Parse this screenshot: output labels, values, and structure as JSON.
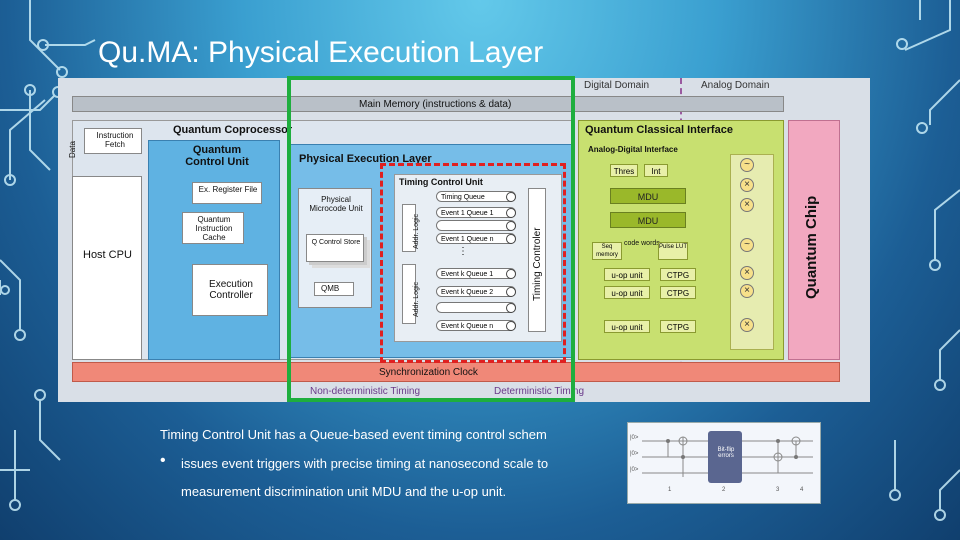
{
  "slide": {
    "title": "Qu.MA: Physical Execution Layer",
    "caption": "Timing Control Unit has a Queue-based event timing control schem",
    "bullet_1": "issues event triggers with precise timing at nanosecond scale to",
    "bullet_2": "measurement discrimination unit MDU and the u-op unit.",
    "bullet_glyph": "•"
  },
  "diagram": {
    "digital_domain": "Digital Domain",
    "analog_domain": "Analog Domain",
    "main_memory": "Main Memory (instructions & data)",
    "instruction_fetch": "Instruction Fetch",
    "data": "Data",
    "quantum_coprocessor": "Quantum Coprocessor",
    "quantum_control_unit": "Quantum Control Unit",
    "physical_execution_layer": "Physical Execution Layer",
    "ex_register_file": "Ex. Register File",
    "quantum_instruction_cache": "Quantum Instruction Cache",
    "host_cpu": "Host CPU",
    "execution_controller": "Execution Controller",
    "physical_microcode_unit": "Physical Microcode Unit",
    "q_control_store": "Q Control Store",
    "qmb": "QMB",
    "timing_control_unit": "Timing Control Unit",
    "addr_logic": "Addr. Logic",
    "timing_queue": "Timing  Queue",
    "event_queue_1": "Event 1 Queue 1",
    "event_queue_n": "Event 1 Queue n",
    "event_k_queue_1": "Event k Queue 1",
    "event_k_queue_2": "Event k Queue 2",
    "event_k_queue_n": "Event k Queue n",
    "timing_controller": "Timing Controler",
    "synchronization_clock": "Synchronization Clock",
    "quantum_classical_interface": "Quantum Classical Interface",
    "analog_digital_interface": "Analog-Digital Interface",
    "thres": "Thres",
    "int": "Int",
    "mdu": "MDU",
    "seq_memory": "Seq memory",
    "code_words": "code words",
    "pulse_lut": "Pulse LUT",
    "uop_unit": "u-op unit",
    "ctpg": "CTPG",
    "quantum_chip": "Quantum Chip",
    "non_deterministic_timing": "Non-deterministic Timing",
    "deterministic_timing": "Deterministic Timing",
    "dots": "⋮"
  },
  "circuit": {
    "bit_flip": "Bit-flip errors",
    "ket": "|0>",
    "step_1": "1",
    "step_2": "2",
    "step_3": "3",
    "step_4": "4"
  },
  "colors": {
    "highlight_green": "#1eae3e",
    "highlight_red": "#e02020",
    "pcb_trace": "#bfe8f7"
  }
}
